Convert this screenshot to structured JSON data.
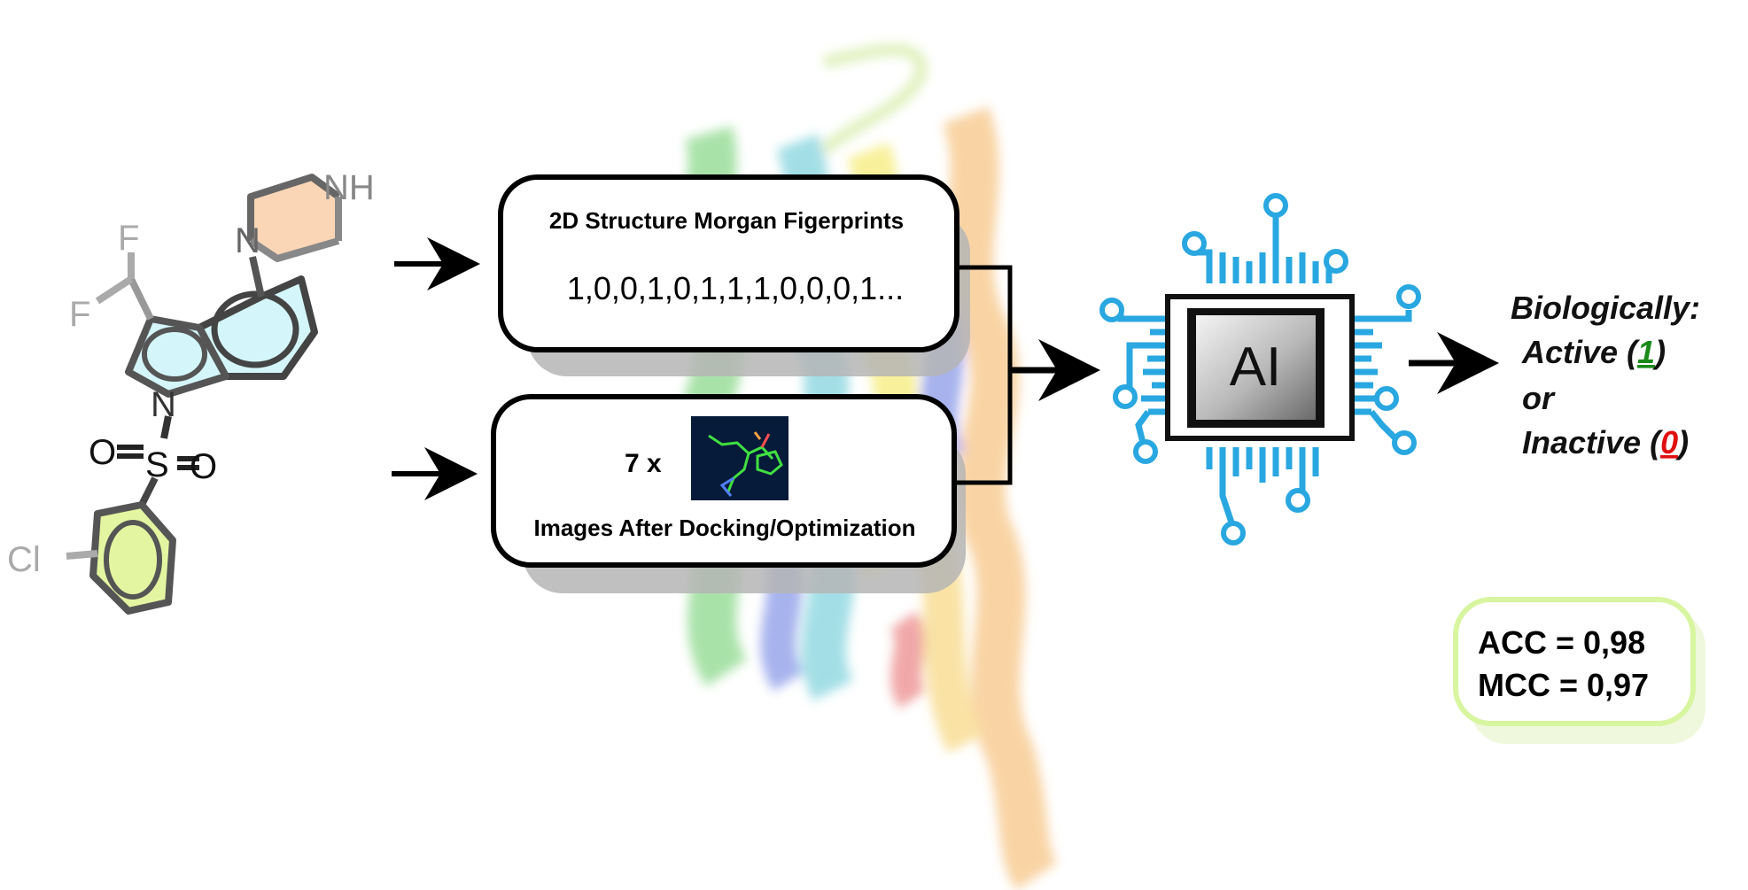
{
  "molecule": {
    "atoms": {
      "nh": "NH",
      "n_piperazine": "N",
      "f_top": "F",
      "f_left": "F",
      "n_indole": "N",
      "o_left": "O",
      "s": "S",
      "o_right": "O",
      "cl": "Cl"
    }
  },
  "fingerprint_box": {
    "title": "2D Structure Morgan Figerprints",
    "bits": "1,0,0,1,0,1,1,1,0,0,0,1..."
  },
  "images_box": {
    "multiplier": "7 x",
    "caption": "Images After Docking/Optimization"
  },
  "ai_chip": {
    "label": "AI"
  },
  "output": {
    "heading": "Biologically:",
    "active_prefix": "Active (",
    "active_value": "1",
    "active_suffix": ")",
    "or": "or",
    "inactive_prefix": "Inactive (",
    "inactive_value": "0",
    "inactive_suffix": ")"
  },
  "metrics": {
    "acc": "ACC = 0,98",
    "mcc": "MCC = 0,97"
  },
  "colors": {
    "circuit_blue": "#29a7e1",
    "active_green": "#1a8a1a",
    "inactive_red": "#e01010",
    "metric_border": "#d8f5a0"
  }
}
